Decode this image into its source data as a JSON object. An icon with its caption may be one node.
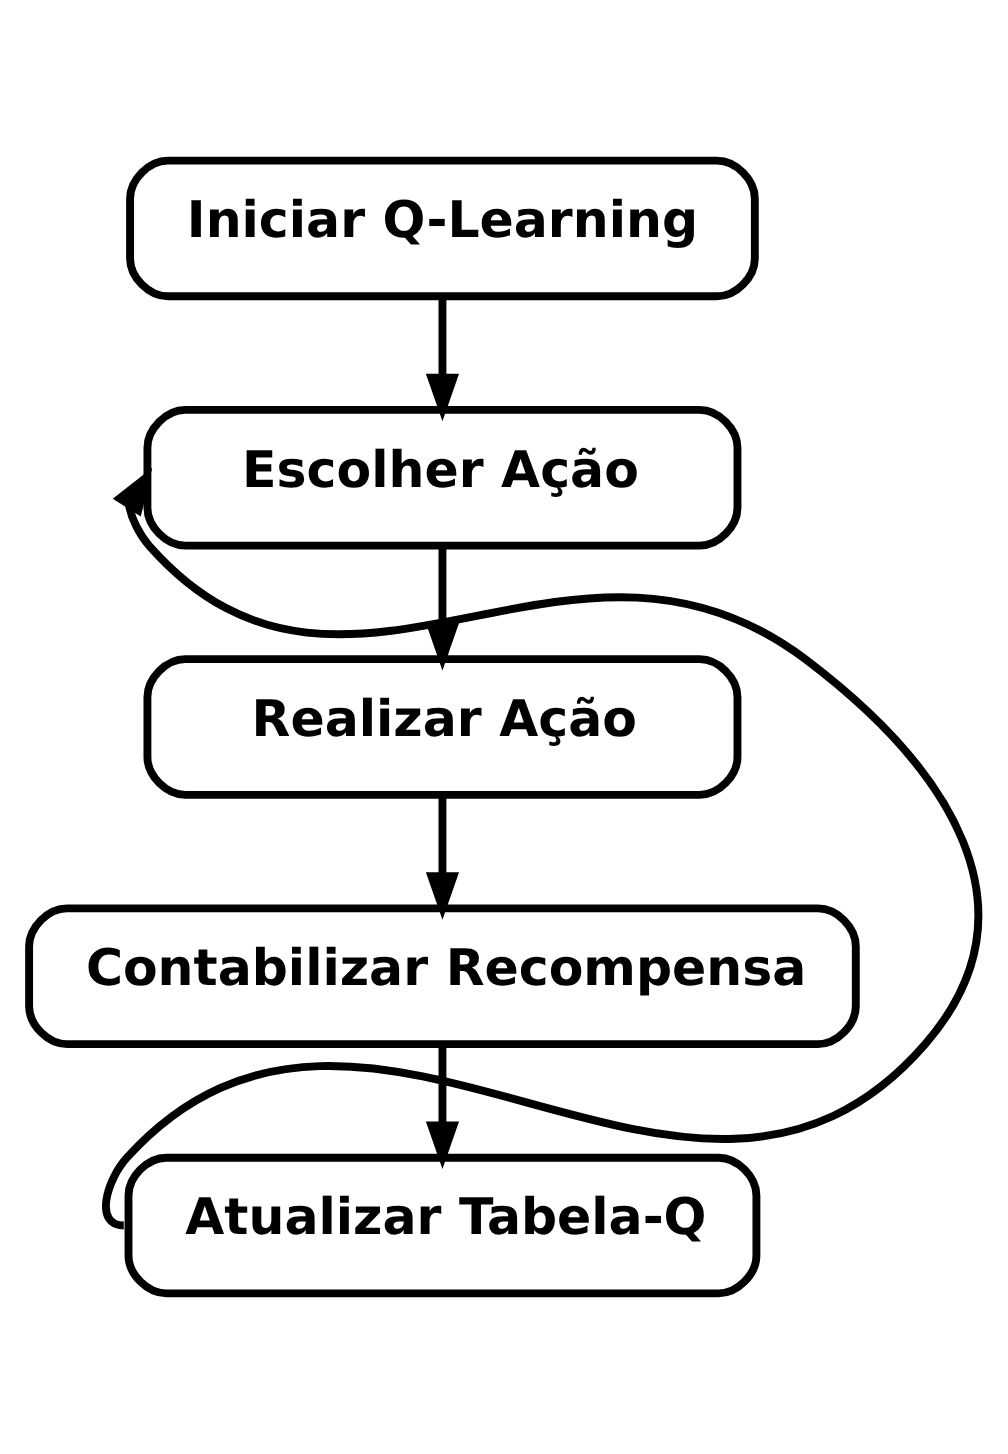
{
  "diagram": {
    "nodes": [
      {
        "text": [
          "Iniciar Q-Learning"
        ]
      },
      {
        "text": [
          "Escolher Ação"
        ]
      },
      {
        "text": [
          "Realizar Ação"
        ]
      },
      {
        "text": [
          "Contabilizar Recompensa"
        ]
      },
      {
        "text": [
          "Atualizar Tabela-Q"
        ]
      }
    ],
    "edges": [
      {
        "from": 0,
        "to": 1,
        "arrow": "to"
      },
      {
        "from": 1,
        "to": 2,
        "arrow": "to"
      },
      {
        "from": 2,
        "to": 3,
        "arrow": "to"
      },
      {
        "from": 3,
        "to": 4,
        "arrow": "to"
      },
      {
        "from": 4,
        "to": 1,
        "arrow": "to"
      }
    ]
  }
}
